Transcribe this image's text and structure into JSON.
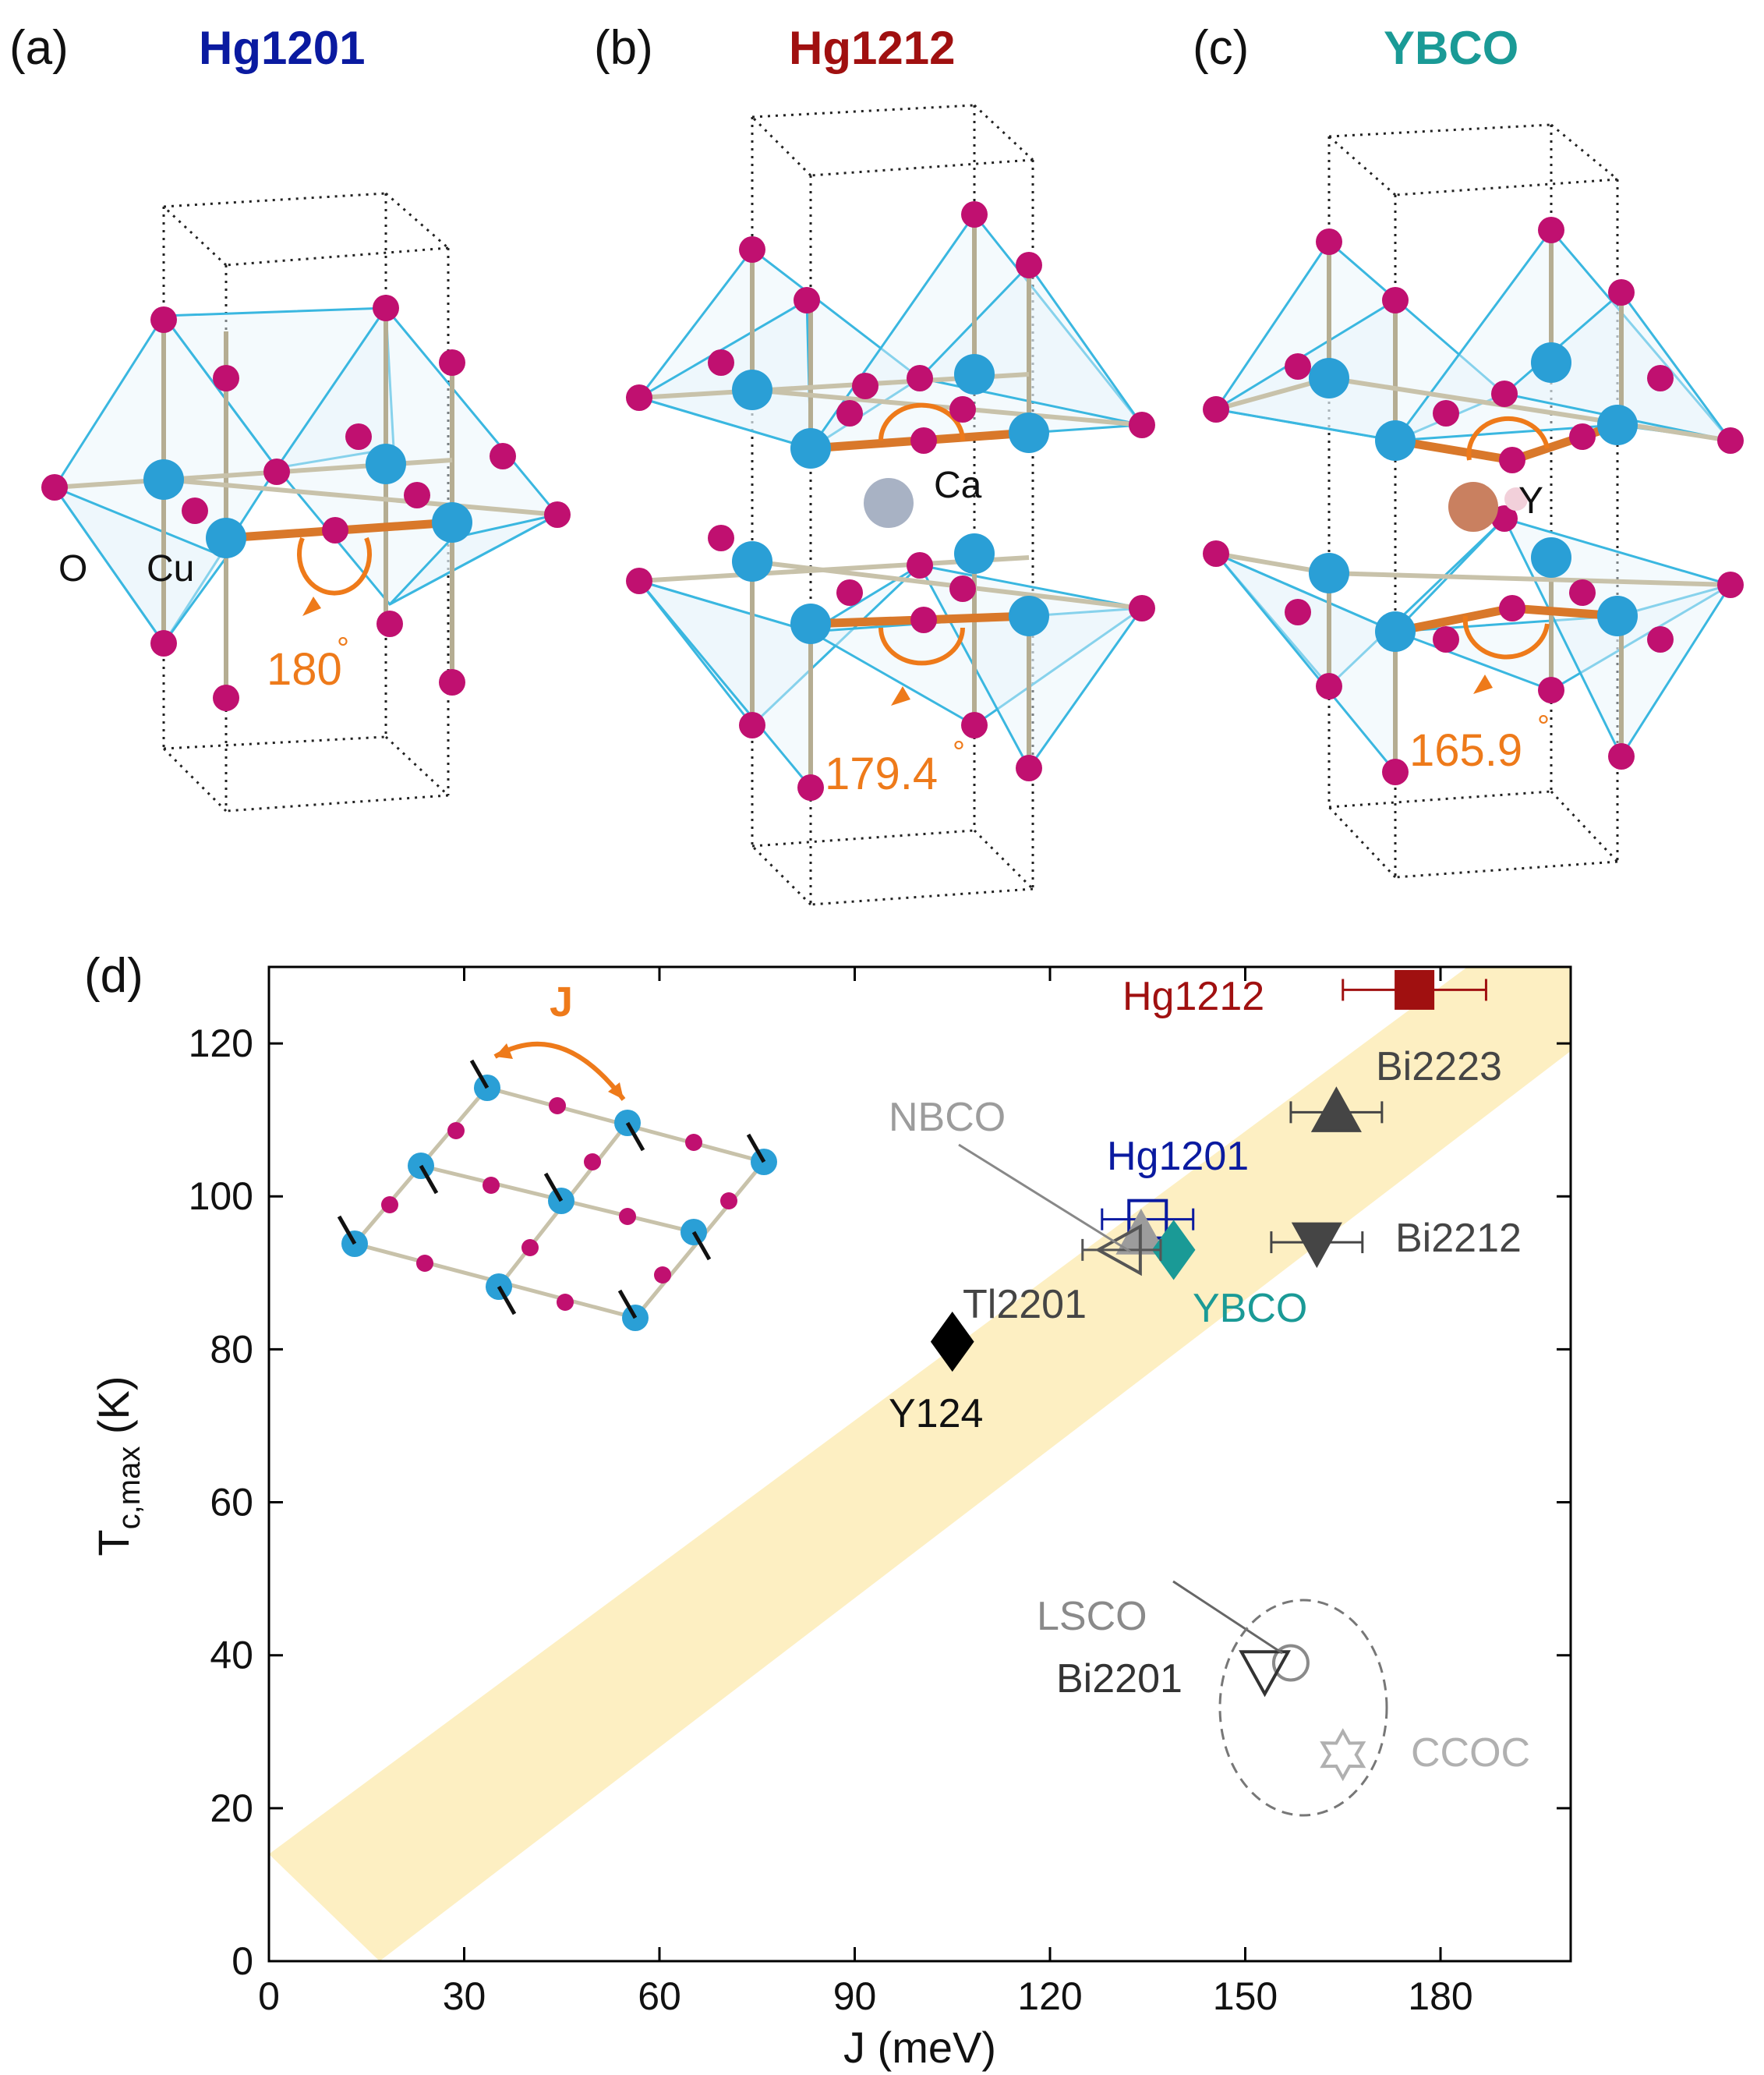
{
  "panels": [
    {
      "letter": "(a)",
      "name": "Hg1201",
      "color": "#0a1aa0",
      "angle": "180",
      "deg": "°",
      "atom_labels": [
        "O",
        "Cu"
      ]
    },
    {
      "letter": "(b)",
      "name": "Hg1212",
      "color": "#a01010",
      "angle": "179.4",
      "deg": "°",
      "atom_labels": [
        "Ca"
      ]
    },
    {
      "letter": "(c)",
      "name": "YBCO",
      "color": "#1a9a96",
      "angle": "165.9",
      "deg": "°",
      "atom_labels": [
        "Y"
      ]
    }
  ],
  "chart_panel_letter": "(d)",
  "inset_label": "J",
  "colors": {
    "cu_atom": "#2a9fd6",
    "o_atom": "#c01070",
    "bond": "#bdb8a0",
    "polyhedra_edge": "#3ab7e0",
    "orange": "#ee7a1a",
    "band": "#fdefc2",
    "ca_atom": "#a8b2c4",
    "y_atom": "#c98060"
  },
  "chart_data": {
    "type": "scatter",
    "xlabel": "J (meV)",
    "ylabel_main": "T",
    "ylabel_sub": "c,max",
    "ylabel_unit": " (K)",
    "xlim": [
      0,
      200
    ],
    "ylim": [
      0,
      130
    ],
    "xticks": [
      0,
      30,
      60,
      90,
      120,
      150,
      180
    ],
    "yticks": [
      0,
      20,
      40,
      60,
      80,
      100,
      120
    ],
    "grid": false,
    "band": {
      "lower": [
        [
          17,
          0
        ],
        [
          200,
          119
        ]
      ],
      "upper": [
        [
          0,
          14
        ],
        [
          200,
          140
        ]
      ]
    },
    "points": [
      {
        "name": "Hg1212",
        "x": 176,
        "y": 127,
        "xerr": 11,
        "marker": "square-filled",
        "color": "#a01010"
      },
      {
        "name": "Bi2223",
        "x": 164,
        "y": 111,
        "xerr": 7,
        "marker": "triangle-up-filled",
        "color": "#454545"
      },
      {
        "name": "Bi2212",
        "x": 161,
        "y": 94,
        "xerr": 7,
        "marker": "triangle-down-filled",
        "color": "#454545"
      },
      {
        "name": "Hg1201",
        "x": 135,
        "y": 97,
        "xerr": 7,
        "marker": "square-open",
        "color": "#0a1aa0"
      },
      {
        "name": "NBCO",
        "x": 134,
        "y": 95,
        "xerr": 0,
        "marker": "triangle-up-filled",
        "color": "#9c9c9c"
      },
      {
        "name": "YBCO",
        "x": 139,
        "y": 93,
        "xerr": 0,
        "marker": "diamond-filled",
        "color": "#1a9a96"
      },
      {
        "name": "Tl2201",
        "x": 131,
        "y": 93,
        "xerr": 6,
        "marker": "triangle-left-open",
        "color": "#555555"
      },
      {
        "name": "Y124",
        "x": 105,
        "y": 81,
        "xerr": 0,
        "marker": "diamond-filled",
        "color": "#000000"
      },
      {
        "name": "LSCO",
        "x": 157,
        "y": 39,
        "xerr": 0,
        "marker": "circle-open",
        "color": "#8a8a8a"
      },
      {
        "name": "Bi2201",
        "x": 153,
        "y": 38,
        "xerr": 0,
        "marker": "triangle-down-open",
        "color": "#333333"
      },
      {
        "name": "CCOC",
        "x": 165,
        "y": 27,
        "xerr": 0,
        "marker": "star-open",
        "color": "#b0b0b0"
      }
    ]
  }
}
